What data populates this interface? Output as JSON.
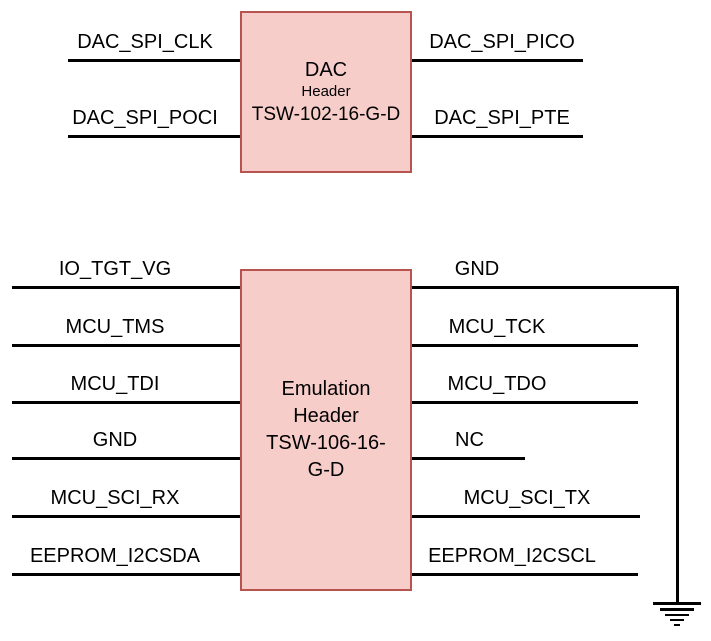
{
  "diagram": {
    "background_color": "#ffffff",
    "wire_color": "#000000",
    "text_color": "#000000",
    "box_fill_color": "#F7CDCA",
    "box_border_color": "#B85450"
  },
  "dac_header": {
    "title": [
      "DAC",
      "Header",
      "TSW-102-16-G-D"
    ],
    "left_pins": [
      "DAC_SPI_CLK",
      "DAC_SPI_POCI"
    ],
    "right_pins": [
      "DAC_SPI_PICO",
      "DAC_SPI_PTE"
    ]
  },
  "emulation_header": {
    "title": [
      "Emulation",
      "Header",
      "TSW-106-16-",
      "G-D"
    ],
    "left_pins": [
      "IO_TGT_VG",
      "MCU_TMS",
      "MCU_TDI",
      "GND",
      "MCU_SCI_RX",
      "EEPROM_I2CSDA"
    ],
    "right_pins": [
      "GND",
      "MCU_TCK",
      "MCU_TDO",
      "NC",
      "MCU_SCI_TX",
      "EEPROM_I2CSCL"
    ]
  },
  "ground": {
    "symbol": "earth-ground"
  }
}
